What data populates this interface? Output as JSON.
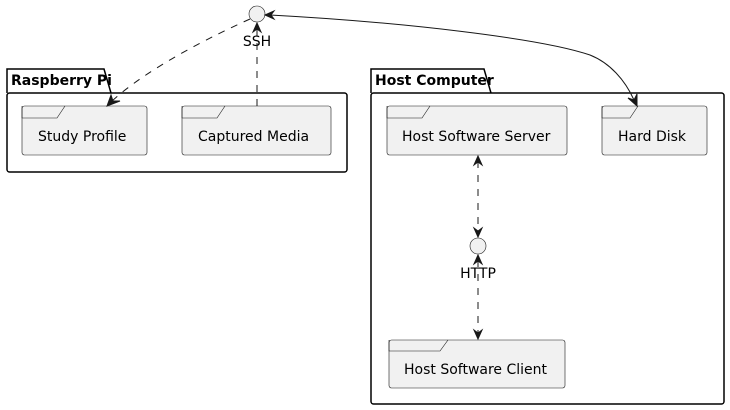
{
  "packages": {
    "raspberry_pi": {
      "label": "Raspberry Pi",
      "components": {
        "study_profile": "Study Profile",
        "captured_media": "Captured Media"
      }
    },
    "host_computer": {
      "label": "Host Computer",
      "components": {
        "host_software_server": "Host Software Server",
        "hard_disk": "Hard Disk",
        "host_software_client": "Host Software Client"
      }
    }
  },
  "interfaces": {
    "ssh": "SSH",
    "http": "HTTP"
  },
  "edges": [
    {
      "from": "SSH",
      "to": "Study Profile",
      "style": "dashed",
      "arrow": "to"
    },
    {
      "from": "Captured Media",
      "to": "SSH",
      "style": "dashed",
      "arrow": "to"
    },
    {
      "from": "SSH",
      "to": "Hard Disk",
      "style": "solid",
      "arrow": "both"
    },
    {
      "from": "Host Software Server",
      "to": "HTTP",
      "style": "dashed",
      "arrow": "both"
    },
    {
      "from": "HTTP",
      "to": "Host Software Client",
      "style": "dashed",
      "arrow": "both"
    }
  ],
  "colors": {
    "component_fill": "#f1f1f1",
    "outline": "#181818",
    "package_border": "#000000",
    "background": "#ffffff"
  }
}
